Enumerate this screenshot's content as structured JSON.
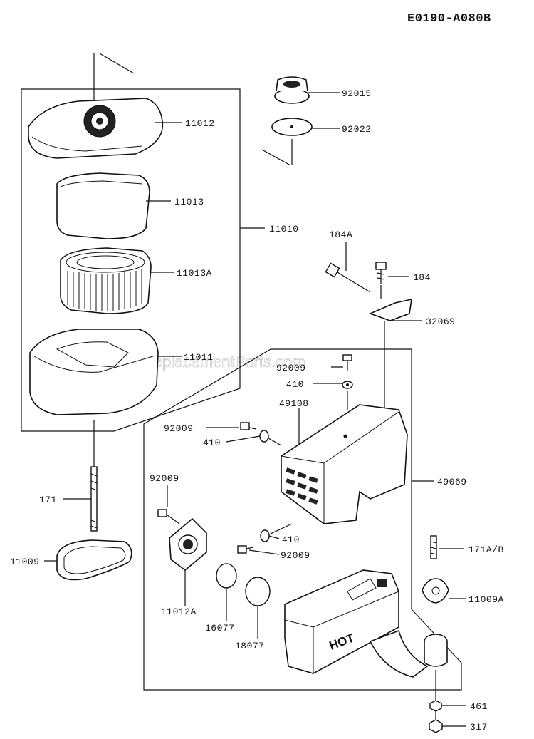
{
  "header": {
    "diagram_code": "E0190-A080B"
  },
  "watermark": {
    "text": "ReplacementParts.com"
  },
  "muffler_mark": {
    "text": "HOT"
  },
  "labels": {
    "p92015": "92015",
    "p92022": "92022",
    "p11012": "11012",
    "p11013": "11013",
    "p11010": "11010",
    "p11013A": "11013A",
    "p11011": "11011",
    "p184A": "184A",
    "p184": "184",
    "p32069": "32069",
    "p92009_a": "92009",
    "p410_a": "410",
    "p49108": "49108",
    "p92009_b": "92009",
    "p410_b": "410",
    "p49069": "49069",
    "p171": "171",
    "p92009_c": "92009",
    "p410_c": "410",
    "p92009_d": "92009",
    "p171AB": "171A/B",
    "p11009": "11009",
    "p11009A": "11009A",
    "p11012A": "11012A",
    "p16077": "16077",
    "p18077": "18077",
    "p461": "461",
    "p317": "317"
  }
}
